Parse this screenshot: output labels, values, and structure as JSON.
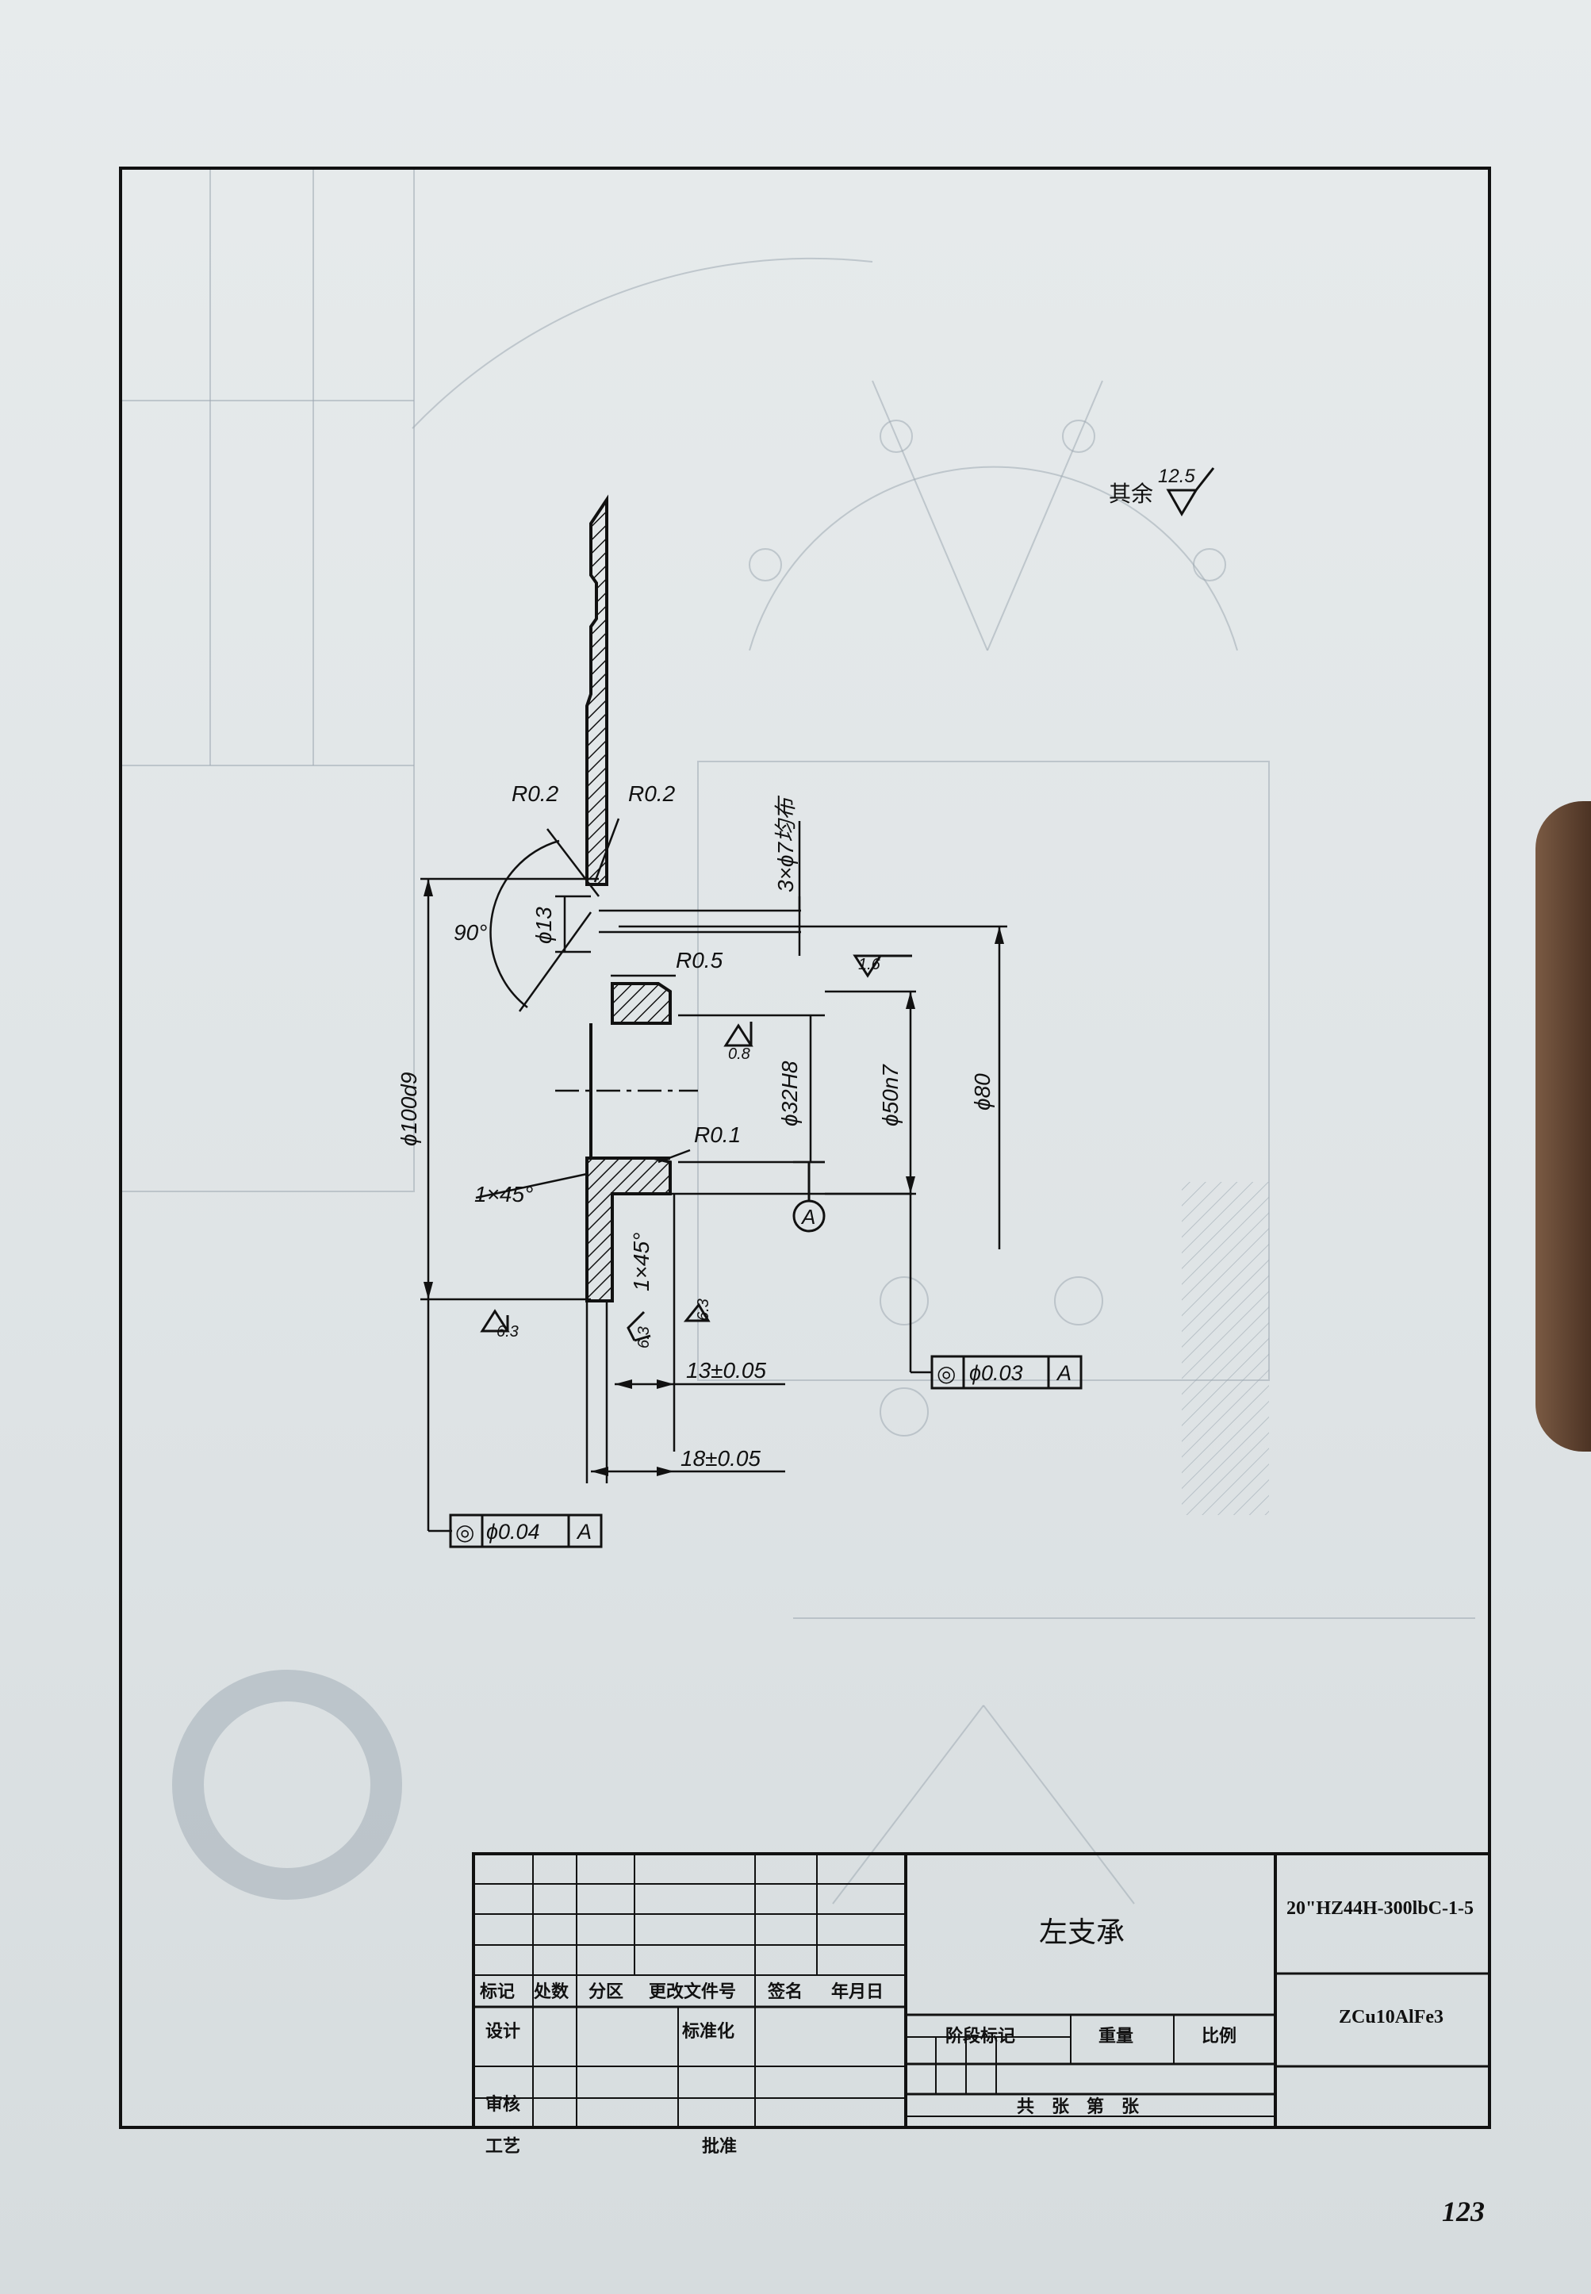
{
  "general_note": {
    "label": "其余",
    "roughness": "12.5"
  },
  "annotations": {
    "r_top_left": "R0.2",
    "r_top_right": "R0.2",
    "holes": "3×ϕ7均布",
    "angle": "90°",
    "dia_13": "ϕ13",
    "r_05": "R0.5",
    "rough_16": "1.6",
    "rough_08": "0.8",
    "dia_32": "ϕ32H8",
    "dia_50": "ϕ50n7",
    "dia_80": "ϕ80",
    "dia_100": "ϕ100d9",
    "r_01": "R0.1",
    "chamfer_outer": "1×45°",
    "chamfer_inner": "1×45°",
    "datum": "A",
    "rough_63_a": "6.3",
    "rough_63_b": "6.3",
    "rough_63_c": "6.3",
    "len_13": "13±0.05",
    "len_18": "18±0.05"
  },
  "tolerances": [
    {
      "symbol": "◎",
      "value": "ϕ0.03",
      "datum": "A"
    },
    {
      "symbol": "◎",
      "value": "ϕ0.04",
      "datum": "A"
    }
  ],
  "title_block": {
    "part_name": "左支承",
    "drawing_no": "20\"HZ44H-300lbC-1-5",
    "material": "ZCu10AlFe3",
    "headers": [
      "标记",
      "处数",
      "分区",
      "更改文件号",
      "签名",
      "年月日"
    ],
    "design": "设计",
    "standardization": "标准化",
    "review": "审核",
    "process": "工艺",
    "approve": "批准",
    "stage_mark": "阶段标记",
    "weight": "重量",
    "scale": "比例",
    "sheets": "共　张　第　张"
  },
  "page_number": "123"
}
